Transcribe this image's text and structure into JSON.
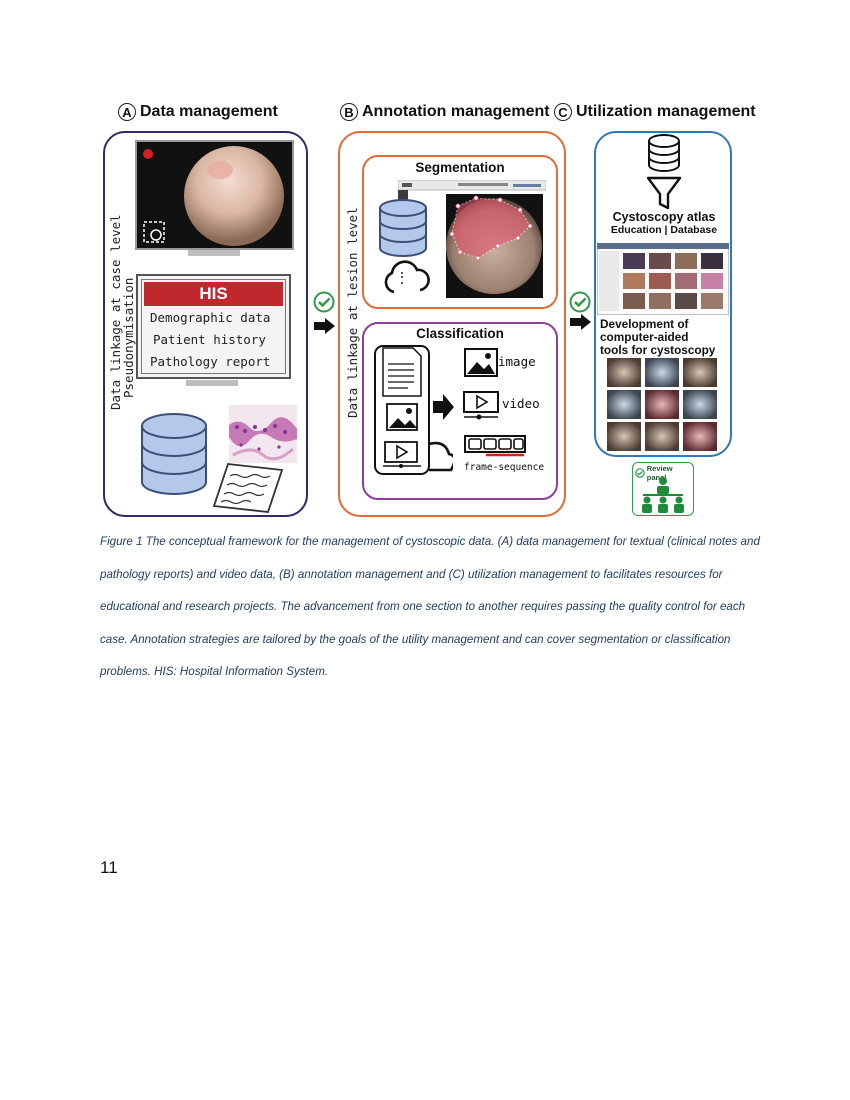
{
  "sections": {
    "a": {
      "letter": "A",
      "title": "Data management"
    },
    "b": {
      "letter": "B",
      "title": "Annotation management"
    },
    "c": {
      "letter": "C",
      "title": "Utilization management"
    }
  },
  "panel_a": {
    "vertical_text_1": "Data linkage at case level",
    "vertical_text_2": "Pseudonymisation",
    "his": {
      "title": "HIS",
      "items": [
        "Demographic data",
        "Patient history",
        "Pathology report"
      ]
    }
  },
  "panel_b": {
    "vertical_text": "Data linkage at lesion level",
    "segmentation": {
      "title": "Segmentation"
    },
    "classification": {
      "title": "Classification",
      "labels": [
        "image",
        "video",
        "frame-sequence"
      ]
    }
  },
  "panel_c": {
    "atlas_title": "Cystoscopy atlas",
    "atlas_subtitle": "Education | Database",
    "dev_title_lines": [
      "Development of",
      "computer-aided",
      "tools for cystoscopy"
    ],
    "review_panel": "Review panel"
  },
  "colors": {
    "panel_a_border": "#2e2a6b",
    "panel_b_border": "#e06b3a",
    "panel_c_border": "#2f78b8",
    "classification_border": "#8e3d9e",
    "his_red": "#c0282e",
    "check_green": "#2e9a4a",
    "db_blue": "#b4c8ea"
  },
  "caption": "Figure 1 The conceptual framework for the management of cystoscopic data. (A) data management for textual (clinical notes and pathology reports) and video data, (B) annotation management and (C) utilization management to facilitates resources for educational and research projects. The advancement from one section to another requires passing the quality control for each case. Annotation strategies are tailored by the goals of the utility management and can cover segmentation or classification problems. HIS: Hospital Information System.",
  "page_number": "11"
}
